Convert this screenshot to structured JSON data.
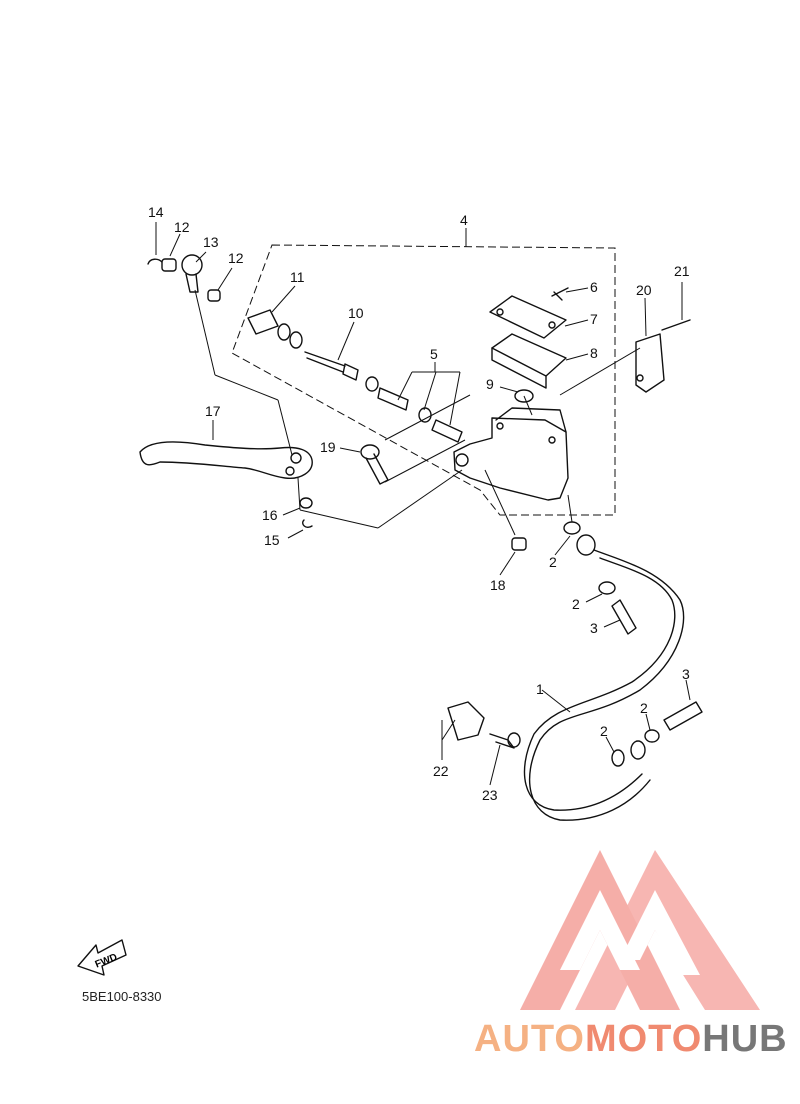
{
  "diagram": {
    "callouts": {
      "p1": "1",
      "p2a": "2",
      "p2b": "2",
      "p2c": "2",
      "p2d": "2",
      "p3a": "3",
      "p3b": "3",
      "p4": "4",
      "p5": "5",
      "p6": "6",
      "p7": "7",
      "p8": "8",
      "p9": "9",
      "p10": "10",
      "p11": "11",
      "p12a": "12",
      "p12b": "12",
      "p13": "13",
      "p14": "14",
      "p15": "15",
      "p16": "16",
      "p17": "17",
      "p18": "18",
      "p19": "19",
      "p20": "20",
      "p21": "21",
      "p22": "22",
      "p23": "23"
    },
    "fwd_label": "FWD",
    "drawing_code": "5BE100-8330"
  },
  "watermark": {
    "part1": "AUTO",
    "part2": "MOTO",
    "part3": "HUB",
    "colors": {
      "logo": "#f4a09a",
      "auto": "#f5b183",
      "moto": "#f08a70",
      "hub": "#777777"
    }
  }
}
